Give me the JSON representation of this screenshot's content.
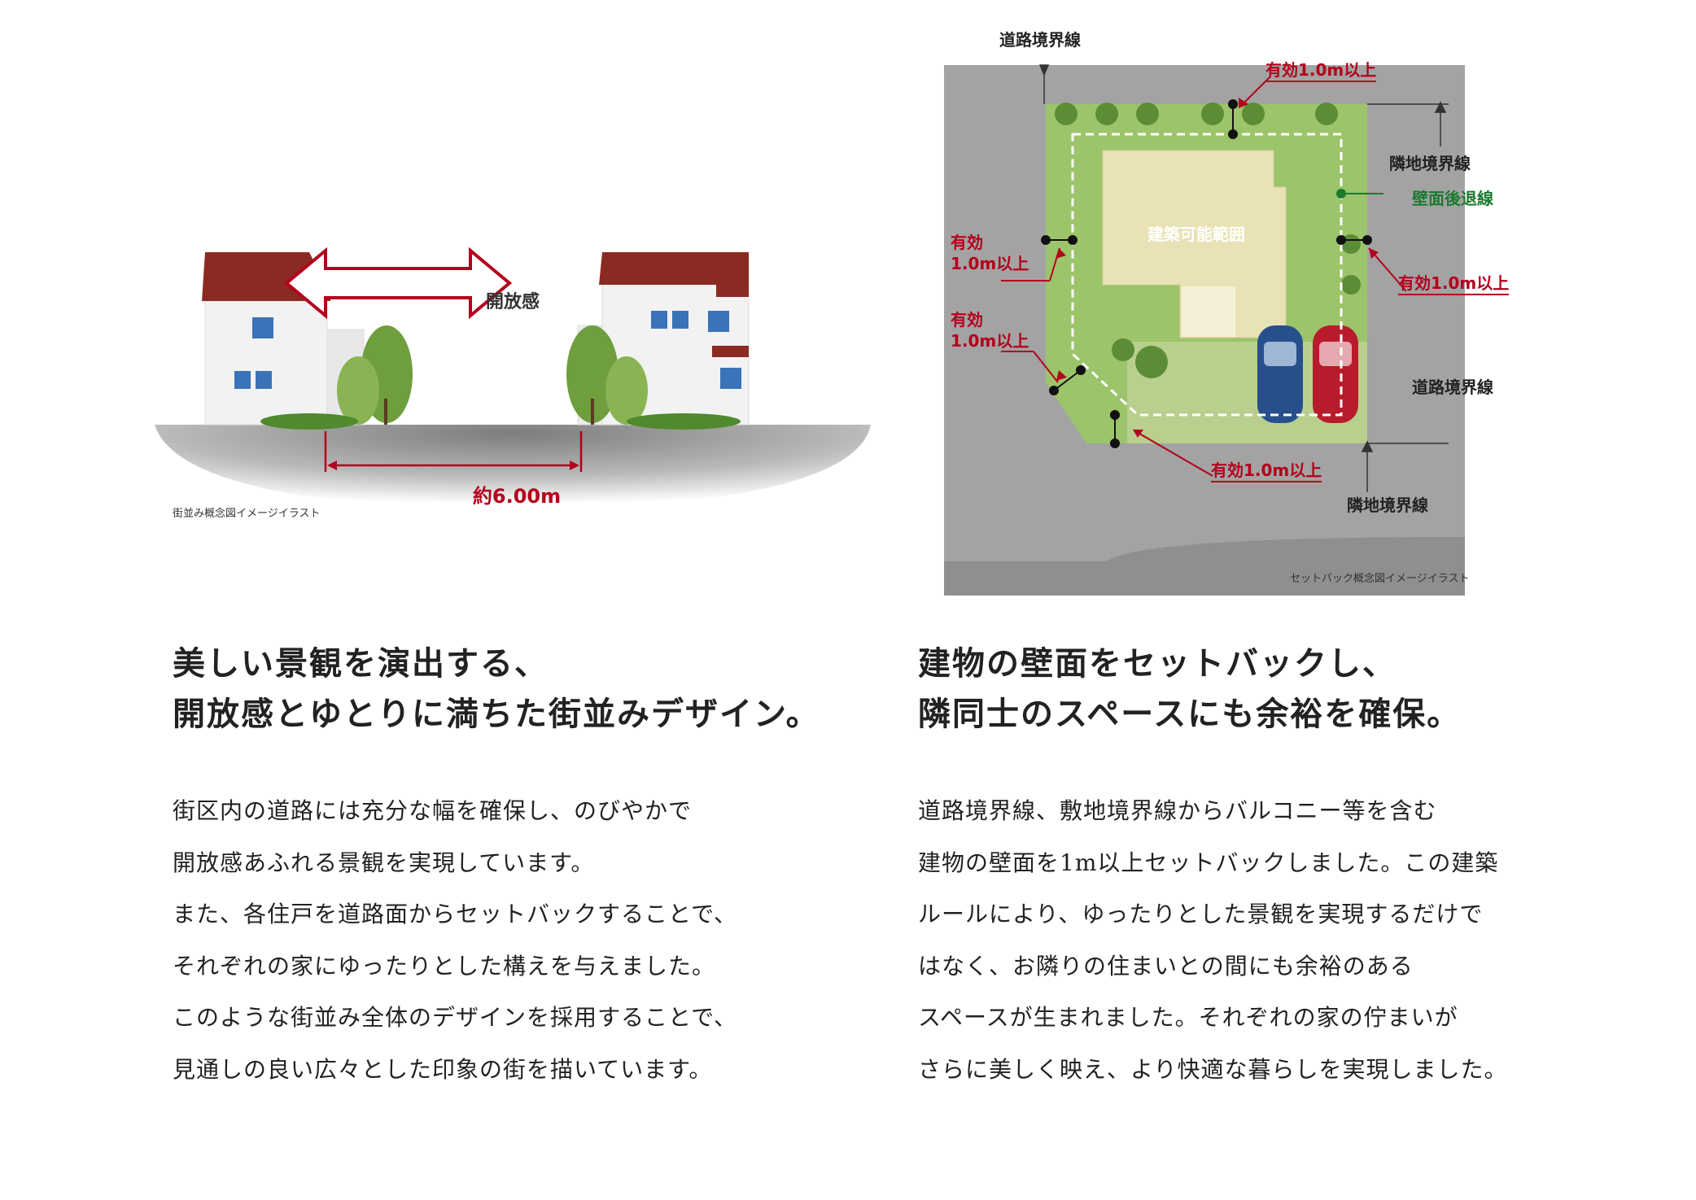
{
  "left_illustration": {
    "open_feel_label": "開放感",
    "road_width_label": "約6.00m",
    "caption": "街並み概念図イメージイラスト"
  },
  "right_diagram": {
    "road_boundary_top": "道路境界線",
    "road_boundary_right": "道路境界線",
    "neighbor_boundary_top": "隣地境界線",
    "neighbor_boundary_bottom": "隣地境界線",
    "wall_setback_line": "壁面後退線",
    "buildable_area": "建築可能範囲",
    "effective_top": "有効1.0m以上",
    "effective_left_1": "有効",
    "effective_left_1b": "1.0m以上",
    "effective_left_2": "有効",
    "effective_left_2b": "1.0m以上",
    "effective_right": "有効1.0m以上",
    "effective_bottom": "有効1.0m以上",
    "caption": "セットバック概念図イメージイラスト"
  },
  "left_text": {
    "heading": [
      "美しい景観を演出する、",
      "開放感とゆとりに満ちた街並みデザイン。"
    ],
    "body": [
      "街区内の道路には充分な幅を確保し、のびやかで",
      "開放感あふれる景観を実現しています。",
      "また、各住戸を道路面からセットバックすることで、",
      "それぞれの家にゆったりとした構えを与えました。",
      "このような街並み全体のデザインを採用することで、",
      "見通しの良い広々とした印象の街を描いています。"
    ]
  },
  "right_text": {
    "heading": [
      "建物の壁面をセットバックし、",
      "隣同士のスペースにも余裕を確保。"
    ],
    "body": [
      "道路境界線、敷地境界線からバルコニー等を含む",
      "建物の壁面を1m以上セットバックしました。この建築",
      "ルールにより、ゆったりとした景観を実現するだけで",
      "はなく、お隣りの住まいとの間にも余裕のある",
      "スペースが生まれました。それぞれの家の佇まいが",
      "さらに美しく映え、より快適な暮らしを実現しました。"
    ]
  },
  "colors": {
    "accent_red": "#b3001b",
    "roof": "#8a2a22",
    "lawn": "#9cc46a",
    "asphalt": "#9a9a9a",
    "setback_green": "#1a7a2e"
  }
}
